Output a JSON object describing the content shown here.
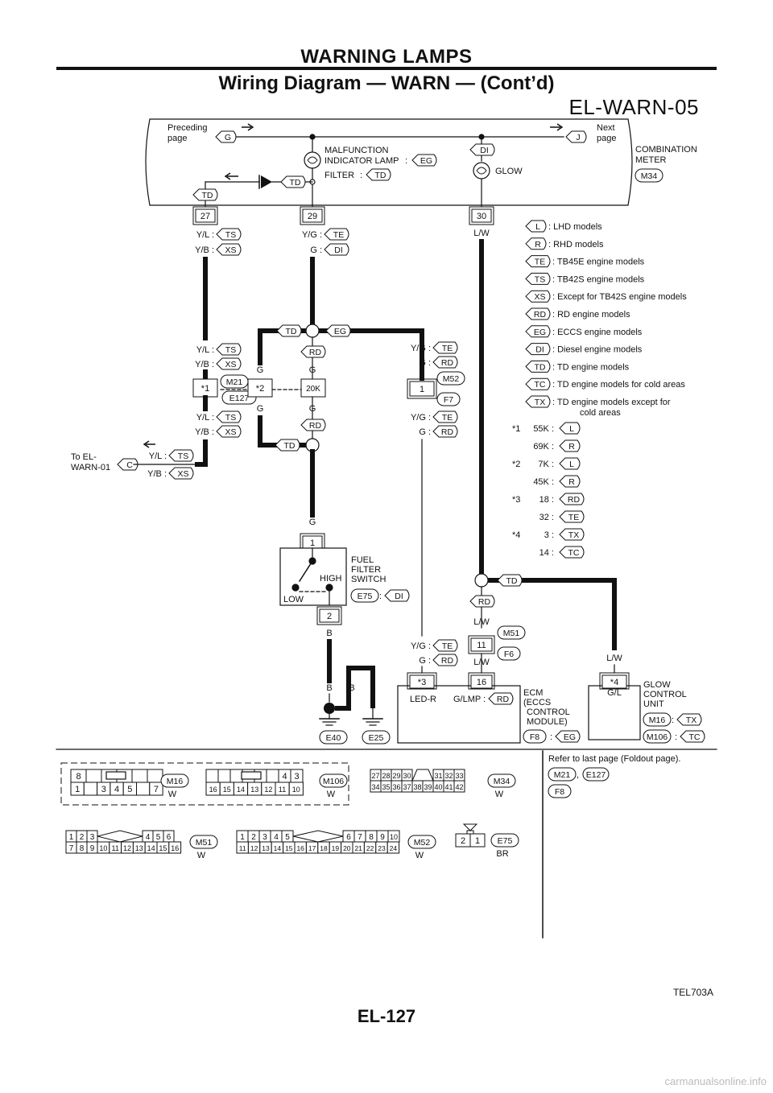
{
  "header": {
    "title": "WARNING LAMPS",
    "subtitle": "Wiring Diagram — WARN — (Cont’d)",
    "diagram_id": "EL-WARN-05"
  },
  "footer": {
    "figure_ref": "TEL703A",
    "page_number": "EL-127",
    "watermark": "carmanualsonline.info"
  },
  "meter": {
    "preceding_lines": [
      "Preceding",
      "page"
    ],
    "next_lines": [
      "Next",
      "page"
    ],
    "conn_G": "G",
    "conn_J": "J",
    "mil_lines": [
      "MALFUNCTION",
      "INDICATOR LAMP"
    ],
    "mil_tag": "EG",
    "filter_label": "FILTER",
    "filter_tag": "TD",
    "glow_label": "GLOW",
    "di_tag": "DI",
    "td_tag1": "TD",
    "td_tag2": "TD",
    "comb_lines": [
      "COMBINATION",
      "METER"
    ],
    "comb_conn": "M34",
    "pins": [
      "27",
      "29",
      "30"
    ]
  },
  "wires": {
    "w27": [
      {
        "c": "Y/L",
        "t": "TS"
      },
      {
        "c": "Y/B",
        "t": "XS"
      }
    ],
    "w29": [
      {
        "c": "Y/G",
        "t": "TE"
      },
      {
        "c": "G",
        "t": "DI"
      }
    ],
    "w30": "L/W",
    "left_mid": [
      {
        "c": "Y/L",
        "t": "TS"
      },
      {
        "c": "Y/B",
        "t": "XS"
      }
    ],
    "left_low": [
      {
        "c": "Y/L",
        "t": "TS"
      },
      {
        "c": "Y/B",
        "t": "XS"
      }
    ],
    "to_lines": [
      "To EL-",
      "WARN-01"
    ],
    "to_conn": "C",
    "to_wires": [
      {
        "c": "Y/L",
        "t": "TS"
      },
      {
        "c": "Y/B",
        "t": "XS"
      }
    ],
    "star1": "*1",
    "star2": "*2",
    "conn_M21": "M21",
    "conn_E127": "E127",
    "g": "G",
    "k20": "20K",
    "td_top": "TD",
    "eg_top": "EG",
    "rd_top": "RD",
    "rd_bot": "RD",
    "td_bot": "TD",
    "ecm_upper": [
      {
        "c": "Y/G",
        "t": "TE"
      },
      {
        "c": "G",
        "t": "RD"
      }
    ],
    "ecm_conn_M52": "M52",
    "ecm_conn_F7": "F7",
    "ecm_pin1": "1",
    "ecm_lower": [
      {
        "c": "Y/G",
        "t": "TE"
      },
      {
        "c": "G",
        "t": "RD"
      }
    ],
    "ecm_bottom": [
      {
        "c": "Y/G",
        "t": "TE"
      },
      {
        "c": "G",
        "t": "RD"
      }
    ],
    "lw": "L/W",
    "conn_M51": "M51",
    "conn_F6": "F6",
    "pin11": "11",
    "td_right": "TD",
    "rd_right": "RD",
    "b": "B"
  },
  "legend": [
    {
      "tag": "L",
      "desc": ": LHD models"
    },
    {
      "tag": "R",
      "desc": ": RHD models"
    },
    {
      "tag": "TE",
      "desc": ": TB45E engine models"
    },
    {
      "tag": "TS",
      "desc": ": TB42S engine models"
    },
    {
      "tag": "XS",
      "desc": ": Except for TB42S engine models"
    },
    {
      "tag": "RD",
      "desc": ": RD engine models"
    },
    {
      "tag": "EG",
      "desc": ": ECCS engine models"
    },
    {
      "tag": "DI",
      "desc": ": Diesel engine models"
    },
    {
      "tag": "TD",
      "desc": ": TD engine models"
    },
    {
      "tag": "TC",
      "desc": ": TD engine models for cold areas"
    },
    {
      "tag": "TX",
      "desc": ": TD engine models except for",
      "desc2": "cold areas"
    }
  ],
  "stars": [
    {
      "star": "*1",
      "val": "55K :",
      "tag": "L"
    },
    {
      "star": "",
      "val": "69K :",
      "tag": "R"
    },
    {
      "star": "*2",
      "val": "7K :",
      "tag": "L"
    },
    {
      "star": "",
      "val": "45K :",
      "tag": "R"
    },
    {
      "star": "*3",
      "val": "18 :",
      "tag": "RD"
    },
    {
      "star": "",
      "val": "32 :",
      "tag": "TE"
    },
    {
      "star": "*4",
      "val": "3 :",
      "tag": "TX"
    },
    {
      "star": "",
      "val": "14 :",
      "tag": "TC"
    }
  ],
  "fuel": {
    "pin1": "1",
    "pin2": "2",
    "lines": [
      "FUEL",
      "FILTER",
      "SWITCH"
    ],
    "conn": "E75",
    "tag": "DI",
    "high": "HIGH",
    "low": "LOW"
  },
  "ecm": {
    "star3": "*3",
    "pin16": "16",
    "ledr": "LED-R",
    "glmp": "G/LMP",
    "rd_tag": "RD",
    "lines": [
      "ECM",
      "(ECCS",
      "CONTROL",
      "MODULE)"
    ],
    "conn": "F8",
    "tag": "EG"
  },
  "glow": {
    "star4": "*4",
    "gl": "G/L",
    "lw": "L/W",
    "lines": [
      "GLOW",
      "CONTROL",
      "UNIT"
    ],
    "m16": "M16",
    "m16_tag": "TX",
    "m106": "M106",
    "m106_tag": "TC"
  },
  "grounds": {
    "b1": "B",
    "b2": "B",
    "b3": "B",
    "e40": "E40",
    "e25": "E25"
  },
  "connectors": {
    "m16": {
      "name": "M16",
      "color": "W",
      "top": [
        "8",
        "",
        "",
        "",
        "",
        ""
      ],
      "bottom": [
        "1",
        "",
        "3",
        "4",
        "5",
        "",
        "7"
      ]
    },
    "m106": {
      "name": "M106",
      "color": "W",
      "top": [
        "",
        "",
        "",
        "",
        "",
        "",
        "4",
        "3"
      ],
      "bottom": [
        "16",
        "15",
        "14",
        "13",
        "12",
        "11",
        "10"
      ]
    },
    "m34": {
      "name": "M34",
      "color": "W",
      "top": [
        "27",
        "28",
        "29",
        "30",
        "31",
        "32",
        "33"
      ],
      "bottom": [
        "34",
        "35",
        "36",
        "37",
        "38",
        "39",
        "40",
        "41",
        "42"
      ]
    },
    "m51": {
      "name": "M51",
      "color": "W",
      "top": [
        "1",
        "2",
        "3",
        "4",
        "5",
        "6"
      ],
      "bottom": [
        "7",
        "8",
        "9",
        "10",
        "11",
        "12",
        "13",
        "14",
        "15",
        "16"
      ]
    },
    "m52": {
      "name": "M52",
      "color": "W",
      "top": [
        "1",
        "2",
        "3",
        "4",
        "5",
        "6",
        "7",
        "8",
        "9",
        "10"
      ],
      "bottom": [
        "11",
        "12",
        "13",
        "14",
        "15",
        "16",
        "17",
        "18",
        "19",
        "20",
        "21",
        "22",
        "23",
        "24"
      ]
    },
    "e75": {
      "name": "E75",
      "color": "BR",
      "pins": [
        "2",
        "1"
      ]
    }
  },
  "refer": {
    "text": "Refer to last page (Foldout page).",
    "c1": "M21",
    "sep": ",",
    "c2": "E127",
    "c3": "F8"
  }
}
